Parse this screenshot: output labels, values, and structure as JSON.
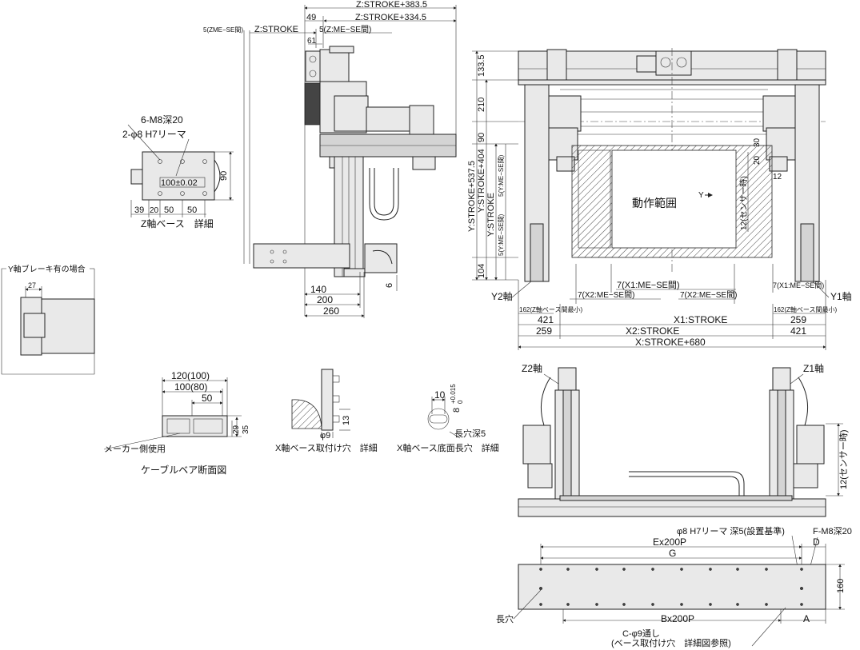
{
  "z_side": {
    "z_stroke_383": "Z:STROKE+383.5",
    "z_stroke_334": "Z:STROKE+334.5",
    "d49": "49",
    "z_stroke": "Z:STROKE",
    "zme_se_right": "5(Z:ME−SE間)",
    "zme_se_left": "5(ZME−SE間)",
    "d61": "61",
    "d140": "140",
    "d200": "200",
    "d260": "260",
    "d6": "6"
  },
  "z_base_detail": {
    "m8": "6-M8深20",
    "reamer": "2-φ8 H7リーマ",
    "d100": "100±0.02",
    "d90": "90",
    "d39": "39",
    "d20": "20",
    "d50a": "50",
    "d50b": "50",
    "caption": "Z軸ベース　詳細"
  },
  "y_brake": {
    "title": "Y軸ブレーキ有の場合",
    "d27": "27"
  },
  "cable_bear": {
    "d120": "120(100)",
    "d100": "100(80)",
    "d50": "50",
    "d29": "29",
    "d35": "35",
    "maker": "メーカー側使用",
    "caption": "ケーブルベア断面図"
  },
  "x_base_hole": {
    "d9": "φ9",
    "d13": "13",
    "caption": "X軸ベース取付け穴　詳細"
  },
  "x_base_slot": {
    "d10": "10",
    "d8": "8",
    "tol": "+0.015",
    "tol0": "0",
    "depth": "長穴深5",
    "caption": "X軸ベース底面長穴　詳細"
  },
  "top_view": {
    "d133": "133.5",
    "d210": "210",
    "d90": "90",
    "d104": "104",
    "y537": "Y:STROKE+537.5",
    "y404": "Y:STROKE+404",
    "ystroke": "Y:STROKE",
    "yme": "5(Y:ME−SE間)",
    "yme2": "5(Y:ME−SE間)",
    "d30": "30",
    "d20": "20",
    "d12": "12",
    "sensor": "12(センサー時)",
    "range": "動作範囲",
    "yarrow": "Y",
    "x1me": "7(X1:ME−SE間)",
    "x2me_l": "7(X2:ME−SE間)",
    "x2me_r": "7(X2:ME−SE間)",
    "x1me_r": "7(X1:ME−SE間)",
    "y2": "Y2軸",
    "y1": "Y1軸",
    "z162_l": "162(Z軸ベース間最小)",
    "z162_r": "162(Z軸ベース間最小)",
    "d421_l": "421",
    "x1stroke": "X1:STROKE",
    "d259_r": "259",
    "d259_l": "259",
    "x2stroke": "X2:STROKE",
    "d421_r": "421",
    "xstroke": "X:STROKE+680"
  },
  "front_view": {
    "z2": "Z2軸",
    "z1": "Z1軸",
    "sensor": "12(センサー時)"
  },
  "base_plate": {
    "reamer": "φ8 H7リーマ 深5(設置基準)",
    "fm8": "F-M8深20",
    "ex": "Ex200P",
    "d": "D",
    "g": "G",
    "d160": "160",
    "slot": "長穴",
    "bx": "Bx200P",
    "a": "A",
    "c9": "C-φ9通し",
    "c9note": "(ベース取付け穴　詳細図参照)"
  }
}
